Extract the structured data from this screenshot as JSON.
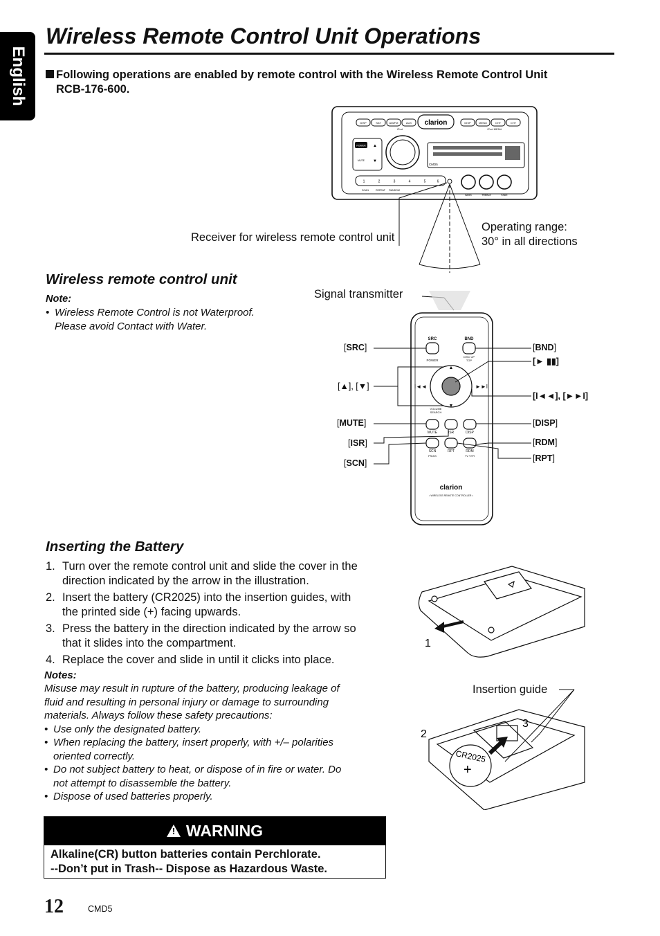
{
  "side_tab": "English",
  "title": "Wireless Remote Control Unit Operations",
  "intro": {
    "line1": "Following operations are enabled by remote control with the Wireless Remote Control Unit",
    "line2": "RCB-176-600."
  },
  "receiver_figure": {
    "receiver_label": "Receiver for wireless remote control unit",
    "range_label_line1": "Operating range:",
    "range_label_line2": "30° in all directions",
    "head_unit": {
      "top_buttons_left": [
        "DISP",
        "SAT",
        "AM/FM",
        "AUX"
      ],
      "top_buttons_right": [
        "DISP",
        "MENU",
        "CHT",
        "CHT"
      ],
      "ipod_left": "iPod",
      "ipod_right": "iPod MENU",
      "logo": "clarion",
      "power": "POWER",
      "mute": "MUTE",
      "model": "CMD5",
      "presets": [
        "1",
        "2",
        "3",
        "4",
        "5",
        "6"
      ],
      "preset_sublabels": [
        "SCAN",
        "REPEAT",
        "RANDOM"
      ],
      "knob_labels": [
        "BASS",
        "TREBLE",
        "FADE"
      ]
    }
  },
  "remote_section": {
    "heading": "Wireless remote control unit",
    "note_title": "Note:",
    "note_line1": "Wireless Remote Control is not Waterproof.",
    "note_line2": "Please avoid Contact with Water.",
    "signal_transmitter": "Signal transmitter",
    "left_callouts": {
      "src": "SRC",
      "updown": "[▲], [▼]",
      "mute": "MUTE",
      "isr": "ISR",
      "scn": "SCN"
    },
    "right_callouts": {
      "bnd": "BND",
      "play": "[► ▮▮]",
      "skip": "[I◄◄], [►►I]",
      "disp": "DISP",
      "rdm": "RDM",
      "rpt": "RPT"
    },
    "remote": {
      "src": "SRC",
      "power": "POWER",
      "bnd": "BND",
      "bnd_sub1": "DISC UP",
      "bnd_sub2": "TOP",
      "volume1": "VOLUME",
      "volume2": "SEARCH",
      "mute": "MUTE",
      "isr": "ISR",
      "disp": "DISP",
      "scn": "SCN",
      "scn_sub": "PS/AS",
      "rpt": "RPT",
      "rdm": "RDM",
      "rdm_sub": "TV VTR",
      "brand": "clarion",
      "tagline": "• WIRELESS REMOTE CONTROLLER •"
    }
  },
  "battery_section": {
    "heading": "Inserting the Battery",
    "steps": [
      {
        "num": "1.",
        "line1": "Turn over the remote control unit and slide the cover in the",
        "line2": "direction indicated by the arrow in the illustration."
      },
      {
        "num": "2.",
        "line1": "Insert the battery (CR2025) into the insertion guides, with",
        "line2": "the printed side (+) facing upwards."
      },
      {
        "num": "3.",
        "line1": "Press the battery in the direction indicated by the arrow so",
        "line2": "that it slides into the compartment."
      },
      {
        "num": "4.",
        "line1": "Replace the cover and slide in until it clicks into place.",
        "line2": ""
      }
    ],
    "notes_title": "Notes:",
    "notes_para": [
      "Misuse may result in rupture of the battery, producing leakage of",
      "fluid and resulting in personal injury or damage to surrounding",
      "materials. Always follow these safety precautions:"
    ],
    "bullets": [
      {
        "line1": "Use only the designated battery.",
        "line2": ""
      },
      {
        "line1": "When replacing the battery, insert properly, with +/– polarities",
        "line2": "oriented correctly."
      },
      {
        "line1": "Do not subject battery to heat, or dispose of in fire or water. Do",
        "line2": "not attempt to disassemble the battery."
      },
      {
        "line1": "Dispose of used batteries properly.",
        "line2": ""
      }
    ],
    "fig_label_1": "1",
    "fig_label_2": "2",
    "fig_label_3": "3",
    "insertion_guide": "Insertion guide",
    "battery_text": "CR2025",
    "battery_plus": "+"
  },
  "warning": {
    "title": "WARNING",
    "line1": "Alkaline(CR) button batteries contain Perchlorate.",
    "line2": "--Don’t put in Trash-- Dispose as Hazardous Waste."
  },
  "footer": {
    "page_number": "12",
    "model": "CMD5"
  }
}
